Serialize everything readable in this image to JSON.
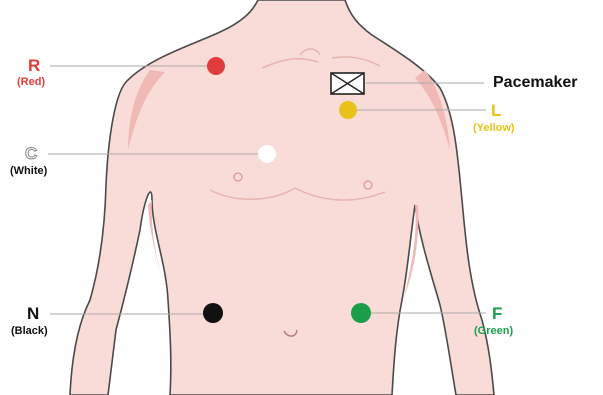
{
  "colors": {
    "skin": "#f9dcd8",
    "skin_shadow": "#f1b9b6",
    "outline": "#4a4a4a",
    "leader_line": "#aaaaaa",
    "red": "#e03c3c",
    "yellow": "#e8c21a",
    "white_electrode": "#ffffff",
    "black": "#111111",
    "green": "#1a9e4a"
  },
  "electrodes": {
    "R": {
      "letter": "R",
      "name": "(Red)",
      "color": "#e03c3c"
    },
    "L": {
      "letter": "L",
      "name": "(Yellow)",
      "color": "#e8c21a"
    },
    "C": {
      "letter": "C",
      "name": "(White)",
      "color": "#ffffff"
    },
    "N": {
      "letter": "N",
      "name": "(Black)",
      "color": "#111111"
    },
    "F": {
      "letter": "F",
      "name": "(Green)",
      "color": "#1a9e4a"
    }
  },
  "pacemaker": {
    "label": "Pacemaker",
    "icon": "pacemaker-box-icon"
  }
}
